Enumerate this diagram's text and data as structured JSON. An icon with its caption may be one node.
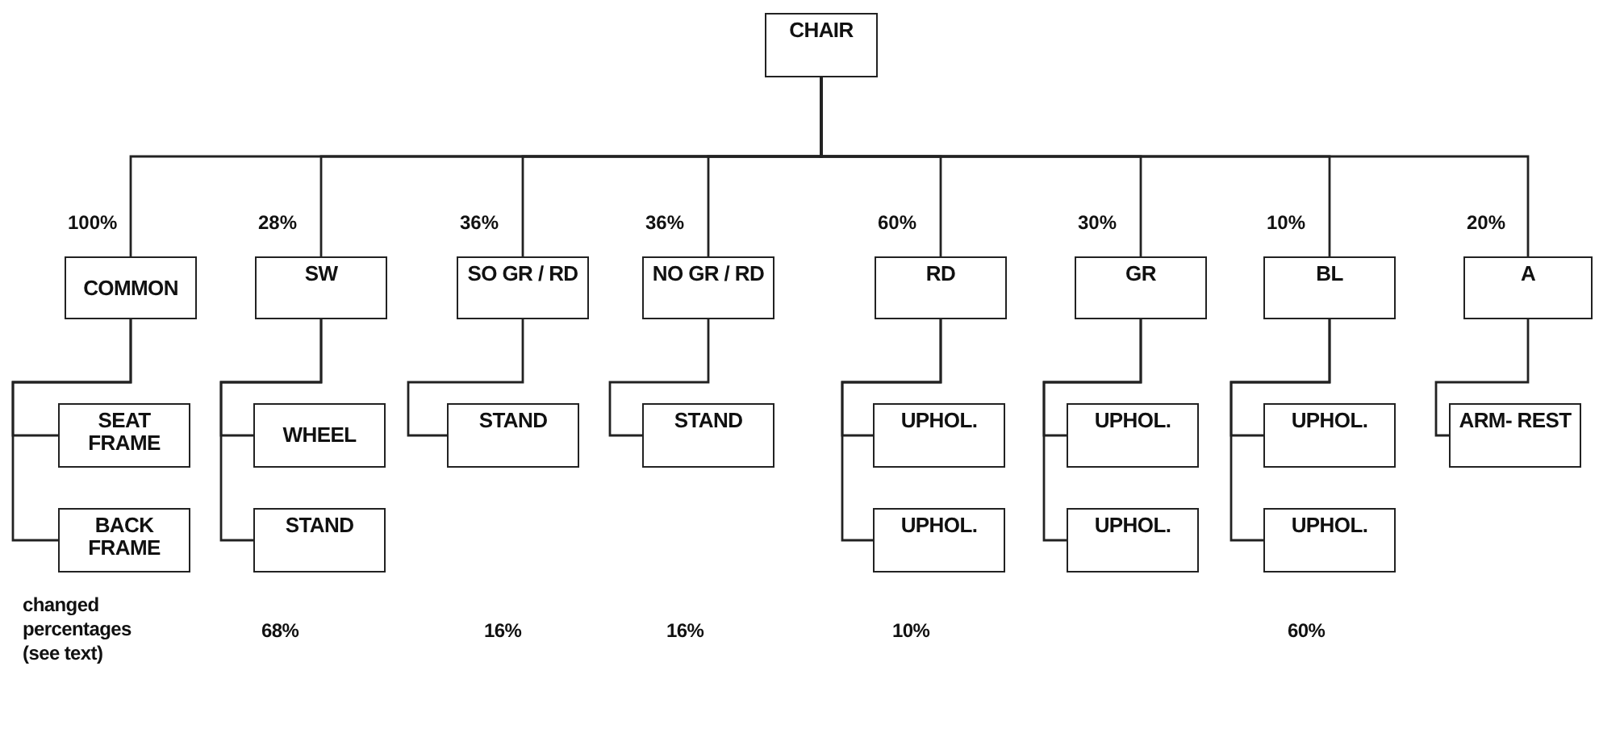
{
  "diagram": {
    "nodes": [
      {
        "text": [
          "CHAIR"
        ]
      },
      {
        "text": [
          "COMMON"
        ],
        "beside": [
          "100%"
        ]
      },
      {
        "text": [
          "SW"
        ],
        "beside": [
          "28%"
        ]
      },
      {
        "text": [
          "SO GR / RD"
        ],
        "beside": [
          "36%"
        ]
      },
      {
        "text": [
          "NO GR / RD"
        ],
        "beside": [
          "36%"
        ]
      },
      {
        "text": [
          "RD"
        ],
        "beside": [
          "60%"
        ]
      },
      {
        "text": [
          "GR"
        ],
        "beside": [
          "30%"
        ]
      },
      {
        "text": [
          "BL"
        ],
        "beside": [
          "10%"
        ]
      },
      {
        "text": [
          "A"
        ],
        "beside": [
          "20%"
        ]
      },
      {
        "text": [
          "SEAT FRAME"
        ]
      },
      {
        "text": [
          "BACK FRAME"
        ]
      },
      {
        "text": [
          "WHEEL"
        ]
      },
      {
        "text": [
          "STAND"
        ]
      },
      {
        "text": [
          "STAND"
        ]
      },
      {
        "text": [
          "STAND"
        ]
      },
      {
        "text": [
          "UPHOL."
        ]
      },
      {
        "text": [
          "UPHOL."
        ]
      },
      {
        "text": [
          "UPHOL."
        ]
      },
      {
        "text": [
          "UPHOL."
        ]
      },
      {
        "text": [
          "UPHOL."
        ]
      },
      {
        "text": [
          "UPHOL."
        ]
      },
      {
        "text": [
          "ARM- REST"
        ]
      }
    ],
    "edges": [
      {
        "from": 0,
        "to": 1,
        "arrow": "none"
      },
      {
        "from": 0,
        "to": 2,
        "arrow": "none"
      },
      {
        "from": 0,
        "to": 3,
        "arrow": "none"
      },
      {
        "from": 0,
        "to": 4,
        "arrow": "none"
      },
      {
        "from": 0,
        "to": 5,
        "arrow": "none"
      },
      {
        "from": 0,
        "to": 6,
        "arrow": "none"
      },
      {
        "from": 0,
        "to": 7,
        "arrow": "none"
      },
      {
        "from": 0,
        "to": 8,
        "arrow": "none"
      },
      {
        "from": 1,
        "to": 9,
        "arrow": "none"
      },
      {
        "from": 1,
        "to": 10,
        "arrow": "none"
      },
      {
        "from": 2,
        "to": 11,
        "arrow": "none"
      },
      {
        "from": 2,
        "to": 12,
        "arrow": "none"
      },
      {
        "from": 3,
        "to": 13,
        "arrow": "none"
      },
      {
        "from": 4,
        "to": 14,
        "arrow": "none"
      },
      {
        "from": 5,
        "to": 15,
        "arrow": "none"
      },
      {
        "from": 5,
        "to": 16,
        "arrow": "none"
      },
      {
        "from": 6,
        "to": 17,
        "arrow": "none"
      },
      {
        "from": 6,
        "to": 18,
        "arrow": "none"
      },
      {
        "from": 7,
        "to": 19,
        "arrow": "none"
      },
      {
        "from": 7,
        "to": 20,
        "arrow": "none"
      },
      {
        "from": 8,
        "to": 21,
        "arrow": "none"
      }
    ],
    "labels": [
      "changed percentages (see text)",
      "68%",
      "16%",
      "16%",
      "10%",
      "60%"
    ]
  }
}
